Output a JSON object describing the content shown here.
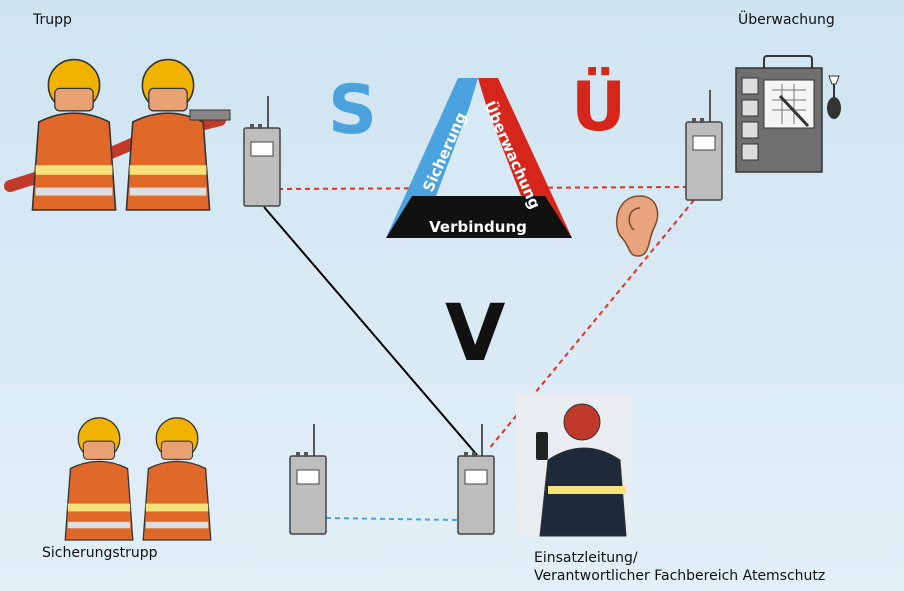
{
  "labels": {
    "trupp": "Trupp",
    "ueberwachung": "Überwachung",
    "sicherungstrupp": "Sicherungstrupp",
    "einsatzleitung_line1": "Einsatzleitung/",
    "einsatzleitung_line2": "Verantwortlicher Fachbereich Atemschutz"
  },
  "letters": {
    "s": "S",
    "ue": "Ü",
    "v": "V"
  },
  "triangle": {
    "left_side": "Sicherung",
    "right_side": "Überwachung",
    "base": "Verbindung"
  },
  "colors": {
    "sicherung": "#4aa3dc",
    "ueberwachung": "#d6261c",
    "verbindung": "#111111",
    "background_top": "#cfe4f1",
    "background_bottom": "#e2eff7",
    "red_dashed_link": "#e0322a",
    "blue_dashed_link": "#4aa3dc",
    "solid_link": "#000000"
  },
  "icons": {
    "radio": "walkie-talkie-icon",
    "ear": "ear-icon",
    "board": "monitoring-board-icon",
    "stopwatch": "stopwatch-icon",
    "firefighter": "firefighter-icon"
  }
}
